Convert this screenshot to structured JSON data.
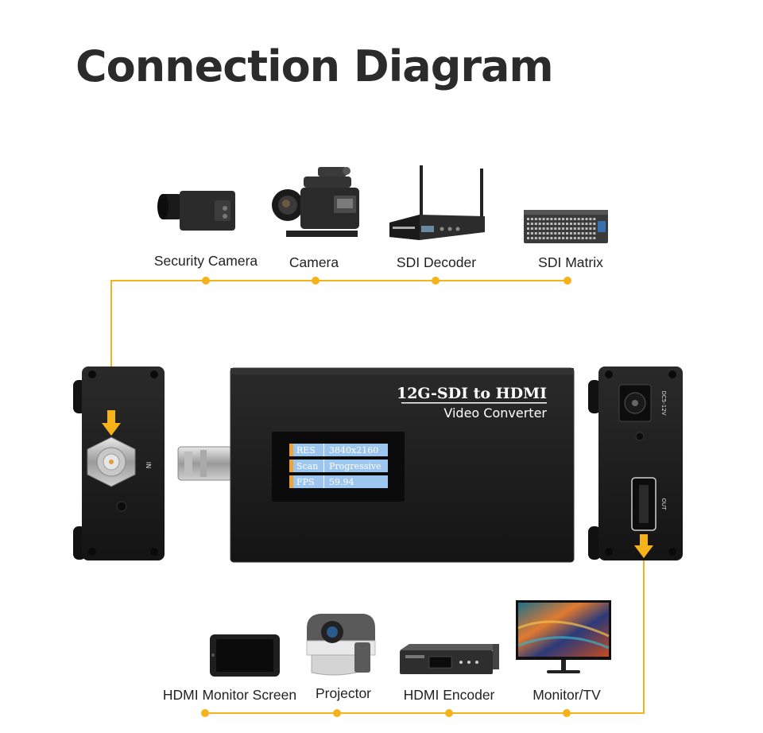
{
  "title": "Connection Diagram",
  "colors": {
    "line": "#f6b21b",
    "device": "#1c1c1c",
    "lcd_bg": "#9cc6ee",
    "lcd_tab": "#f0a23a"
  },
  "inputs": [
    {
      "label": "Security Camera",
      "icon": "security-camera-icon"
    },
    {
      "label": "Camera",
      "icon": "cinema-camera-icon"
    },
    {
      "label": "SDI Decoder",
      "icon": "sdi-decoder-icon"
    },
    {
      "label": "SDI Matrix",
      "icon": "sdi-matrix-icon"
    }
  ],
  "outputs": [
    {
      "label": "HDMI Monitor Screen",
      "icon": "hdmi-monitor-screen-icon"
    },
    {
      "label": "Projector",
      "icon": "projector-icon"
    },
    {
      "label": "HDMI Encoder",
      "icon": "hdmi-encoder-icon"
    },
    {
      "label": "Monitor/TV",
      "icon": "monitor-tv-icon"
    }
  ],
  "converter": {
    "brand_line1": "12G-SDI to HDMI",
    "brand_line2": "Video Converter",
    "lcd": [
      {
        "key": "RES",
        "value": "3840x2160"
      },
      {
        "key": "Scan",
        "value": "Progressive"
      },
      {
        "key": "FPS",
        "value": "59.94"
      }
    ]
  },
  "left_panel": {
    "port_label": "IN"
  },
  "right_panel": {
    "power_label": "DC5-12V",
    "hdmi_label": "OUT"
  }
}
